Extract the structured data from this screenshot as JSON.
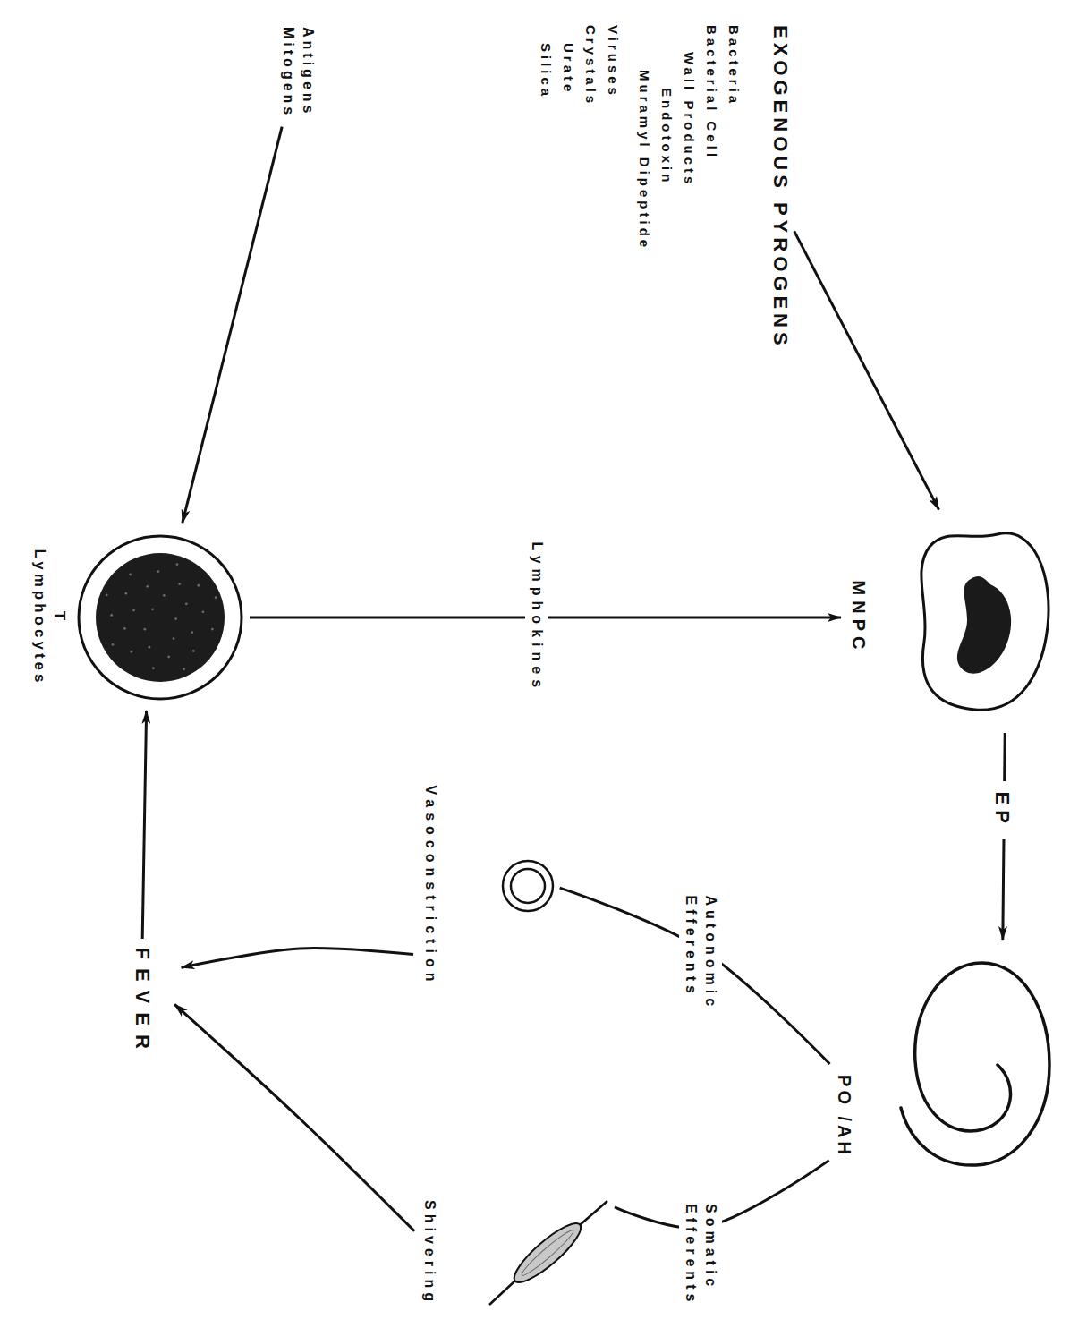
{
  "diagram": {
    "nodes": [
      {
        "text": [
          "EXOGENOUS PYROGENS",
          "Bacteria",
          "Bacterial Cell Wall Products",
          "Endotoxin",
          "Muramyl Dipeptide",
          "Viruses",
          "Crystals",
          "Urate",
          "Silica"
        ]
      },
      {
        "text": [
          "MNPC"
        ]
      },
      {
        "text": [
          "Antigens Mitogens"
        ]
      },
      {
        "text": [
          "T Lymphocytes"
        ]
      },
      {
        "text": [
          "PO /AH"
        ]
      },
      {
        "text": [
          "Vasoconstriction"
        ]
      },
      {
        "text": [
          "Shivering"
        ]
      },
      {
        "text": [
          "FEVER"
        ]
      }
    ],
    "edges": [
      {
        "from": 0,
        "to": 1,
        "arrow": "to"
      },
      {
        "from": 2,
        "to": 3,
        "arrow": "to"
      },
      {
        "from": 3,
        "to": 1,
        "label": "Lymphokines",
        "arrow": "to"
      },
      {
        "from": 1,
        "to": 4,
        "label": "EP",
        "arrow": "to"
      },
      {
        "from": 4,
        "to": 5,
        "label": "Autonomic Efferents",
        "arrow": "none"
      },
      {
        "from": 4,
        "to": 6,
        "label": "Somatic Efferents",
        "arrow": "none"
      },
      {
        "from": 5,
        "to": 7,
        "arrow": "to"
      },
      {
        "from": 6,
        "to": 7,
        "arrow": "to"
      },
      {
        "from": 7,
        "to": 3,
        "arrow": "to"
      }
    ]
  }
}
